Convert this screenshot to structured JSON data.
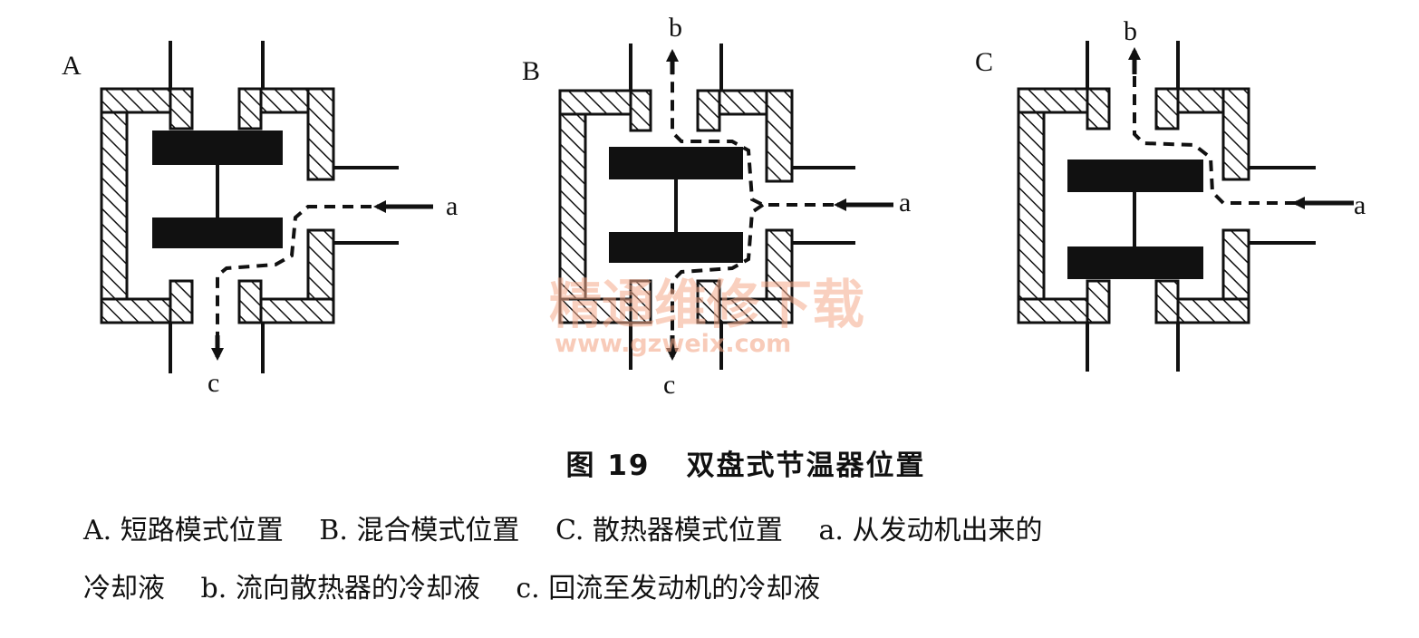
{
  "figure": {
    "number": "图 19",
    "title": "双盘式节温器位置"
  },
  "panels": [
    {
      "id": "A",
      "label": "A",
      "flow_labels": [
        "a",
        "c"
      ]
    },
    {
      "id": "B",
      "label": "B",
      "flow_labels": [
        "a",
        "b",
        "c"
      ]
    },
    {
      "id": "C",
      "label": "C",
      "flow_labels": [
        "a",
        "b"
      ]
    }
  ],
  "flow_labels": {
    "a": "a",
    "b": "b",
    "c": "c"
  },
  "legend": {
    "line1": [
      "A. 短路模式位置",
      "B. 混合模式位置",
      "C. 散热器模式位置",
      "a. 从发动机出来的"
    ],
    "line2": [
      "冷却液",
      "b. 流向散热器的冷却液",
      "c. 回流至发动机的冷却液"
    ]
  },
  "watermark": {
    "text": "精通维修下载",
    "url": "www.gzweix.com"
  },
  "colors": {
    "ink": "#111111",
    "watermark": "#f4a98a",
    "background": "#ffffff"
  }
}
